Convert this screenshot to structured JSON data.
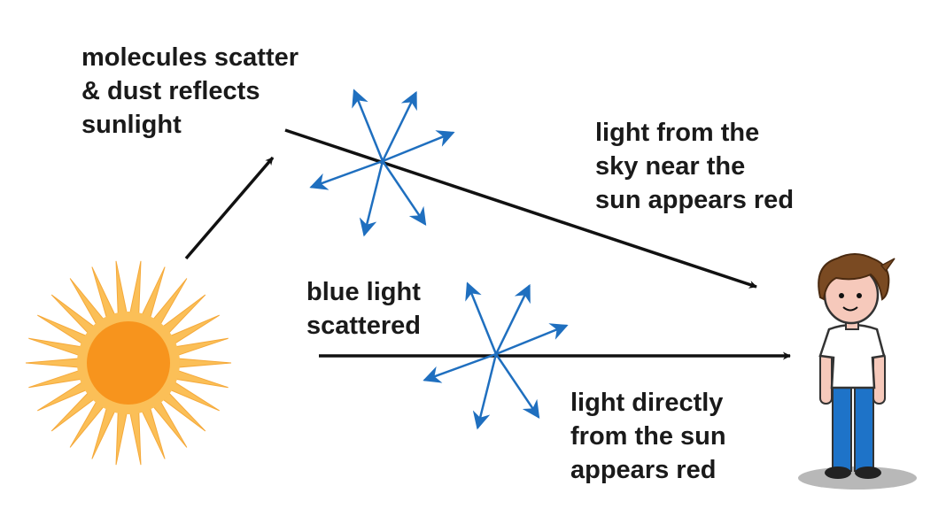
{
  "labels": {
    "molecules": {
      "line1": "molecules scatter",
      "line2": "& dust reflects",
      "line3": "sunlight"
    },
    "sky": {
      "line1": "light from the",
      "line2": "sky near the",
      "line3": "sun appears red"
    },
    "blue": {
      "line1": "blue light",
      "line2": "scattered"
    },
    "direct": {
      "line1": "light directly",
      "line2": "from the sun",
      "line3": "appears red"
    }
  },
  "colors": {
    "sun_core": "#f7941d",
    "sun_rays": "#fbbf57",
    "sun_ray_stroke": "#f5a93a",
    "scatter_arrows": "#1f6fbf",
    "light_arrows": "#111111",
    "shirt": "#ffffff",
    "pants": "#1e73c8",
    "hair": "#7a4a22",
    "skin": "#f6c9bb",
    "shadow": "#b8b8b8"
  },
  "icons": [
    "sun-icon",
    "person-icon",
    "scatter-burst-icon"
  ]
}
